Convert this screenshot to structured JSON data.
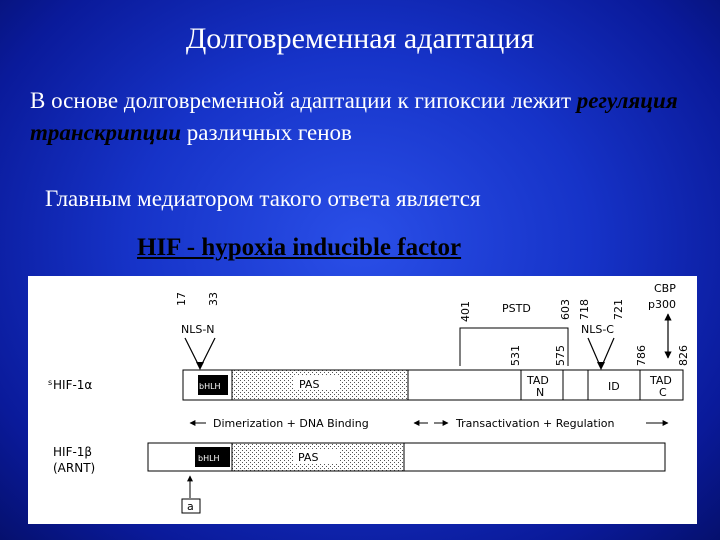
{
  "slide": {
    "title": "Долговременная адаптация",
    "paragraph1_part1": "В основе долговременной адаптации к гипоксии лежит ",
    "paragraph1_emphasis": "регуляция транскрипции",
    "paragraph1_part2": " различных генов",
    "paragraph2": "Главным медиатором такого ответа является",
    "hif_title": "HIF - hypoxia  inducible factor"
  },
  "figure": {
    "pos_17": "17",
    "pos_33": "33",
    "nls_n": "NLS-N",
    "pos_401": "401",
    "pstd": "PSTD",
    "pos_603": "603",
    "pos_718": "718",
    "pos_721": "721",
    "cbp": "CBP",
    "p300": "p300",
    "pos_531": "531",
    "pos_575": "575",
    "nls_c": "NLS-C",
    "pos_786": "786",
    "pos_826": "826",
    "hif1a_label": "HIF-1α",
    "hif1a_marker": "s",
    "bhlh": "bHLH",
    "pas": "PAS",
    "tad_n": "TAD N",
    "id": "ID",
    "tad_c": "TAD C",
    "dimerization": "Dimerization + DNA Binding",
    "transactivation": "Transactivation + Regulation",
    "hif1b_label": "HIF-1β",
    "arnt": "(ARNT)",
    "bhlh_b": "bHLH",
    "pas_b": "PAS",
    "box_a": "a"
  }
}
